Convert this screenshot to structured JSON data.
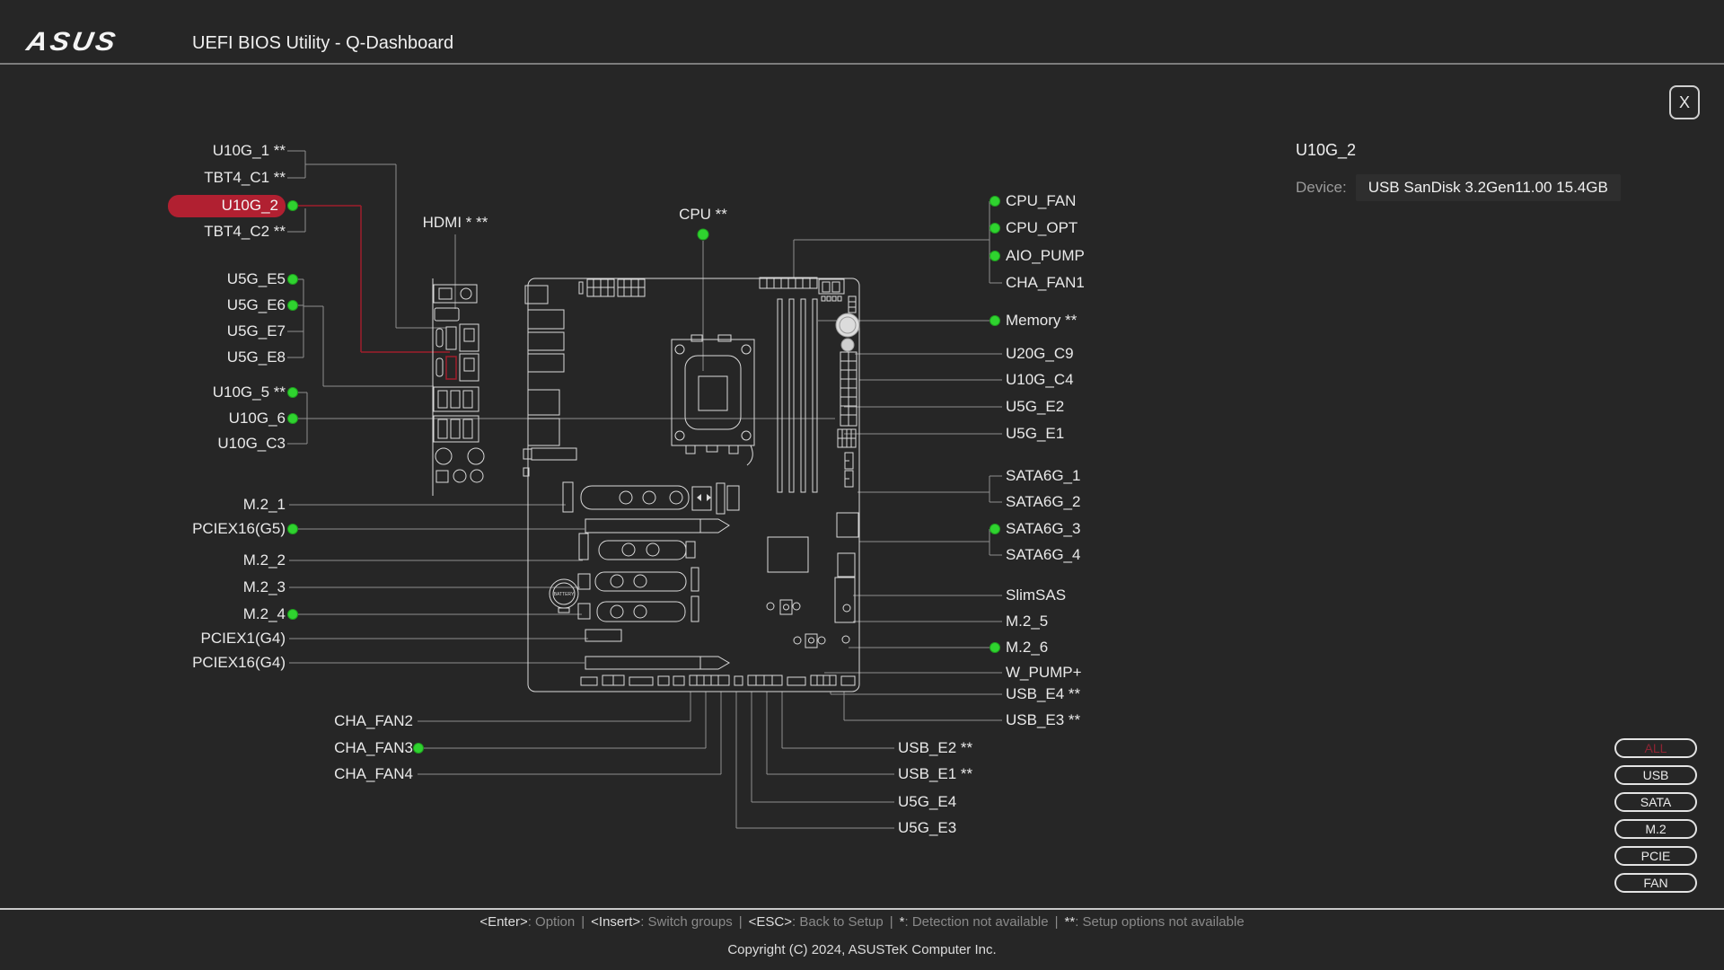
{
  "header": {
    "logo": "ASUS",
    "title": "UEFI BIOS Utility - Q-Dashboard"
  },
  "window": {
    "close_label": "X"
  },
  "info_panel": {
    "selected_port": "U10G_2",
    "device_label": "Device:",
    "device_value": "USB SanDisk 3.2Gen11.00 15.4GB"
  },
  "diagram": {
    "battery_label": "BATTERY",
    "top_labels": [
      {
        "text": "HDMI * **",
        "dot": false
      },
      {
        "text": "CPU **",
        "dot": true
      }
    ],
    "left_labels": [
      {
        "text": "U10G_1 **",
        "dot": false,
        "highlight": false
      },
      {
        "text": "TBT4_C1 **",
        "dot": false,
        "highlight": false
      },
      {
        "text": "U10G_2",
        "dot": true,
        "highlight": true
      },
      {
        "text": "TBT4_C2 **",
        "dot": false,
        "highlight": false
      },
      {
        "text": "U5G_E5",
        "dot": true,
        "highlight": false
      },
      {
        "text": "U5G_E6",
        "dot": true,
        "highlight": false
      },
      {
        "text": "U5G_E7",
        "dot": false,
        "highlight": false
      },
      {
        "text": "U5G_E8",
        "dot": false,
        "highlight": false
      },
      {
        "text": "U10G_5 **",
        "dot": true,
        "highlight": false
      },
      {
        "text": "U10G_6",
        "dot": true,
        "highlight": false
      },
      {
        "text": "U10G_C3",
        "dot": false,
        "highlight": false
      },
      {
        "text": "M.2_1",
        "dot": false,
        "highlight": false
      },
      {
        "text": "PCIEX16(G5)",
        "dot": true,
        "highlight": false
      },
      {
        "text": "M.2_2",
        "dot": false,
        "highlight": false
      },
      {
        "text": "M.2_3",
        "dot": false,
        "highlight": false
      },
      {
        "text": "M.2_4",
        "dot": true,
        "highlight": false
      },
      {
        "text": "PCIEX1(G4)",
        "dot": false,
        "highlight": false
      },
      {
        "text": "PCIEX16(G4)",
        "dot": false,
        "highlight": false
      }
    ],
    "right_labels": [
      {
        "text": "CPU_FAN",
        "dot": true
      },
      {
        "text": "CPU_OPT",
        "dot": true
      },
      {
        "text": "AIO_PUMP",
        "dot": true
      },
      {
        "text": "CHA_FAN1",
        "dot": false
      },
      {
        "text": "Memory **",
        "dot": true
      },
      {
        "text": "U20G_C9",
        "dot": false
      },
      {
        "text": "U10G_C4",
        "dot": false
      },
      {
        "text": "U5G_E2",
        "dot": false
      },
      {
        "text": "U5G_E1",
        "dot": false
      },
      {
        "text": "SATA6G_1",
        "dot": false
      },
      {
        "text": "SATA6G_2",
        "dot": false
      },
      {
        "text": "SATA6G_3",
        "dot": true
      },
      {
        "text": "SATA6G_4",
        "dot": false
      },
      {
        "text": "SlimSAS",
        "dot": false
      },
      {
        "text": "M.2_5",
        "dot": false
      },
      {
        "text": "M.2_6",
        "dot": true
      },
      {
        "text": "W_PUMP+",
        "dot": false
      },
      {
        "text": "USB_E4 **",
        "dot": false
      },
      {
        "text": "USB_E3 **",
        "dot": false
      },
      {
        "text": "USB_E2 **",
        "dot": false
      },
      {
        "text": "USB_E1 **",
        "dot": false
      },
      {
        "text": "U5G_E4",
        "dot": false
      },
      {
        "text": "U5G_E3",
        "dot": false
      }
    ],
    "bottom_labels": [
      {
        "text": "CHA_FAN2",
        "dot": false
      },
      {
        "text": "CHA_FAN3",
        "dot": true
      },
      {
        "text": "CHA_FAN4",
        "dot": false
      }
    ]
  },
  "filters": {
    "active": "ALL",
    "buttons": [
      "ALL",
      "USB",
      "SATA",
      "M.2",
      "PCIE",
      "FAN"
    ]
  },
  "footer": {
    "separator": "|",
    "help": [
      {
        "key": "<Enter>",
        "desc": ": Option"
      },
      {
        "key": "<Insert>",
        "desc": ": Switch groups"
      },
      {
        "key": "<ESC>",
        "desc": ": Back to Setup"
      },
      {
        "key": "*",
        "desc": ": Detection not available"
      },
      {
        "key": "**",
        "desc": ": Setup options not available"
      }
    ],
    "copyright": "Copyright (C) 2024, ASUSTeK Computer Inc."
  },
  "colors": {
    "background": "#262626",
    "text": "#ececec",
    "muted_text": "#8a8a8a",
    "leader_line": "#8f8f8f",
    "board_line": "#d9d9d9",
    "highlight_red": "#b12031",
    "red_leader": "#9e1f2b",
    "active_filter_red": "#8e2433",
    "status_green": "#2fd32f"
  }
}
